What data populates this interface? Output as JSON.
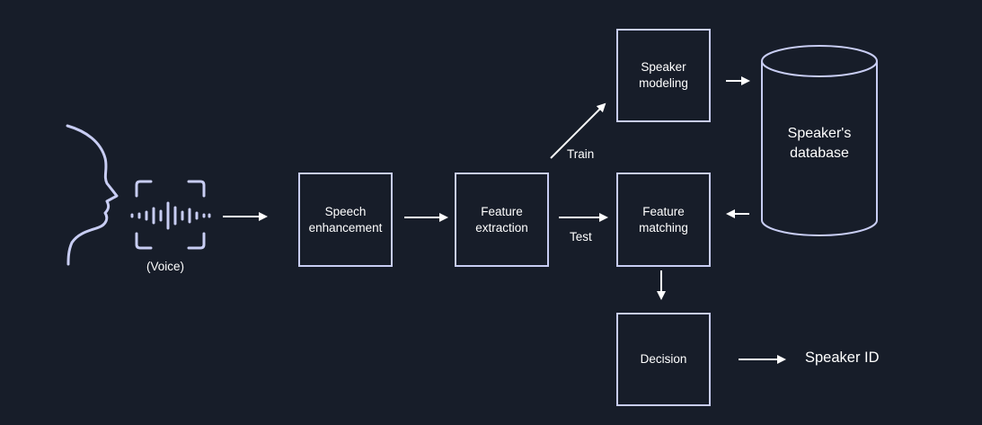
{
  "diagram": {
    "voice_label": "(Voice)",
    "boxes": {
      "speech_enhancement": "Speech\nenhancement",
      "feature_extraction": "Feature\nextraction",
      "speaker_modeling": "Speaker\nmodeling",
      "feature_matching": "Feature\nmatching",
      "decision": "Decision"
    },
    "database": "Speaker's\ndatabase",
    "edge_labels": {
      "train": "Train",
      "test": "Test"
    },
    "output": "Speaker ID",
    "icons": [
      "face-profile-icon",
      "voice-waveform-icon"
    ],
    "colors": {
      "background": "#171d29",
      "stroke": "#c8cdf3",
      "arrow": "#ffffff"
    }
  }
}
